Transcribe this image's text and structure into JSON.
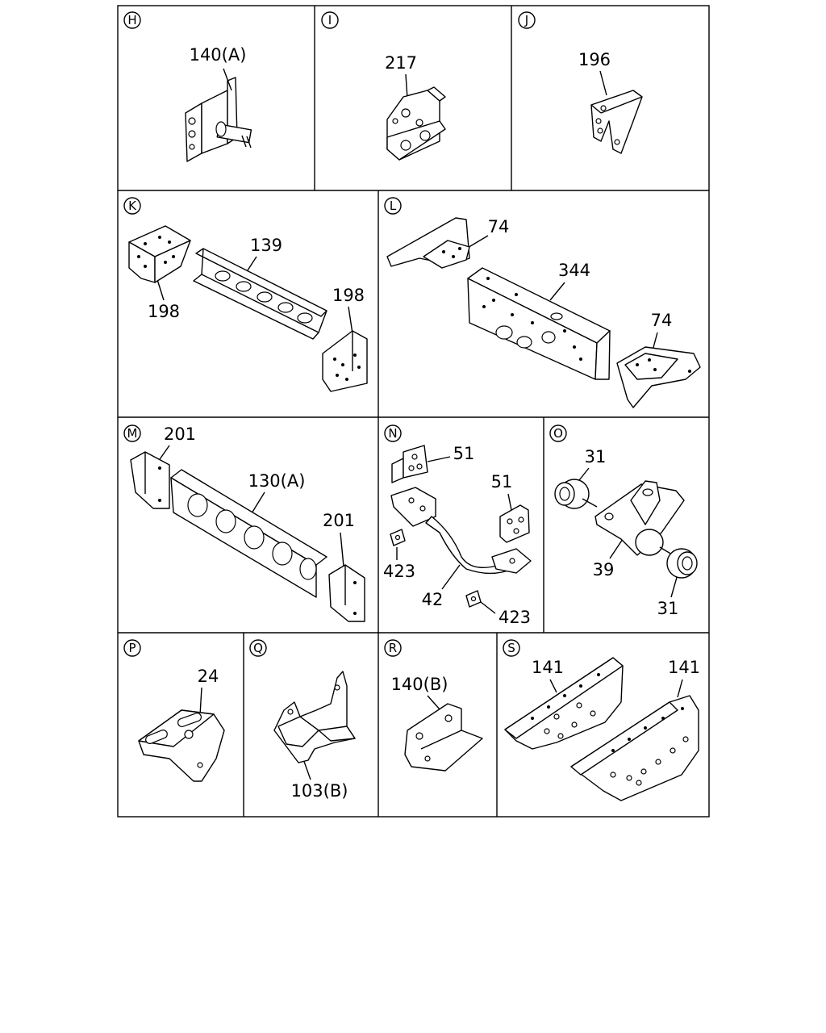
{
  "panels": [
    {
      "id": "H",
      "labels": [
        {
          "text": "140(A)"
        }
      ]
    },
    {
      "id": "I",
      "labels": [
        {
          "text": "217"
        }
      ]
    },
    {
      "id": "J",
      "labels": [
        {
          "text": "196"
        }
      ]
    },
    {
      "id": "K",
      "labels": [
        {
          "text": "139"
        },
        {
          "text": "198"
        },
        {
          "text": "198"
        }
      ]
    },
    {
      "id": "L",
      "labels": [
        {
          "text": "74"
        },
        {
          "text": "344"
        },
        {
          "text": "74"
        }
      ]
    },
    {
      "id": "M",
      "labels": [
        {
          "text": "201"
        },
        {
          "text": "130(A)"
        },
        {
          "text": "201"
        }
      ]
    },
    {
      "id": "N",
      "labels": [
        {
          "text": "51"
        },
        {
          "text": "51"
        },
        {
          "text": "423"
        },
        {
          "text": "42"
        },
        {
          "text": "423"
        }
      ]
    },
    {
      "id": "O",
      "labels": [
        {
          "text": "31"
        },
        {
          "text": "39"
        },
        {
          "text": "31"
        }
      ]
    },
    {
      "id": "P",
      "labels": [
        {
          "text": "24"
        }
      ]
    },
    {
      "id": "Q",
      "labels": [
        {
          "text": "103(B)"
        }
      ]
    },
    {
      "id": "R",
      "labels": [
        {
          "text": "140(B)"
        }
      ]
    },
    {
      "id": "S",
      "labels": [
        {
          "text": "141"
        },
        {
          "text": "141"
        }
      ]
    }
  ]
}
